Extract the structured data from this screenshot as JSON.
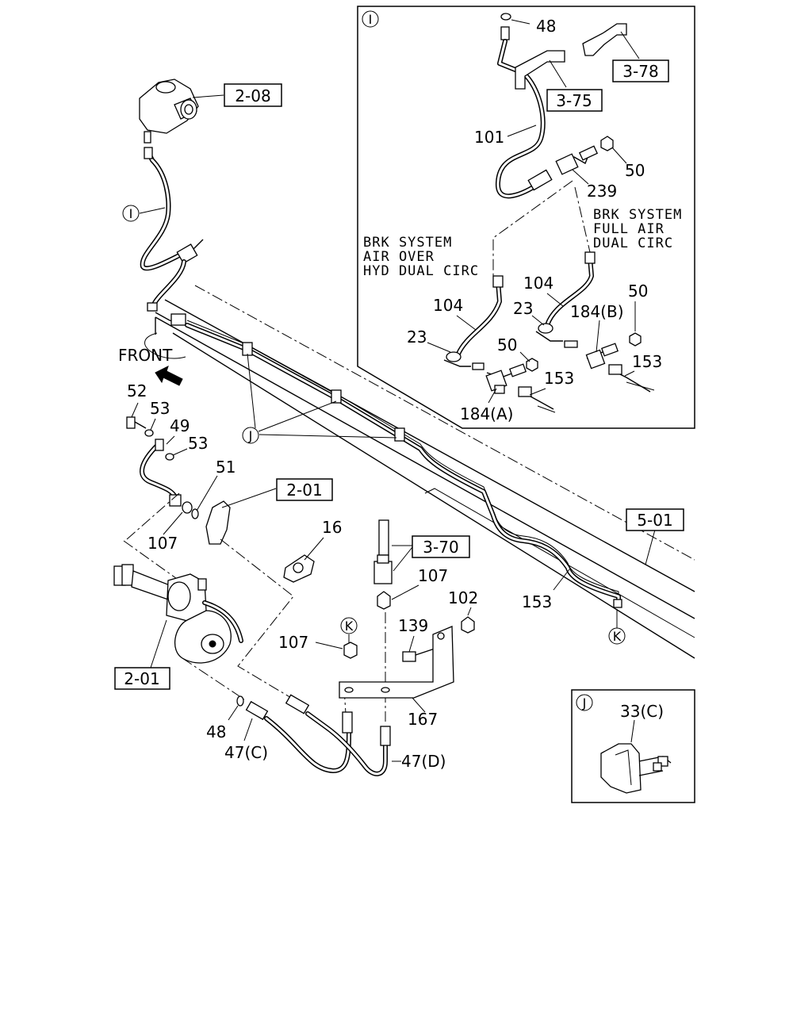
{
  "front_label": "FRONT",
  "refs": {
    "r208": "2-08",
    "r201a": "2-01",
    "r201b": "2-01",
    "r370": "3-70",
    "r375": "3-75",
    "r378": "3-78",
    "r501": "5-01"
  },
  "circles": {
    "I_main": "I",
    "I_inset": "I",
    "J_main": "J",
    "J_inset": "J",
    "K_main": "K",
    "K_end": "K"
  },
  "notes": {
    "full_air": [
      "BRK SYSTEM",
      "FULL AIR",
      "DUAL CIRC"
    ],
    "air_over": [
      "BRK SYSTEM",
      "AIR OVER",
      "HYD DUAL CIRC"
    ]
  },
  "parts": {
    "p48_top": "48",
    "p101": "101",
    "p50_a": "50",
    "p239": "239",
    "p104_left": "104",
    "p104_right": "104",
    "p23_left": "23",
    "p23_right": "23",
    "p50_b": "50",
    "p50_c": "50",
    "p184a": "184(A)",
    "p184b": "184(B)",
    "p153_a": "153",
    "p153_b": "153",
    "p153_main": "153",
    "p52": "52",
    "p53_a": "53",
    "p49": "49",
    "p53_b": "53",
    "p51": "51",
    "p107_a": "107",
    "p16": "16",
    "p107_b": "107",
    "p102": "102",
    "p107_c": "107",
    "p139": "139",
    "p167": "167",
    "p48_bottom": "48",
    "p47c": "47(C)",
    "p47d": "47(D)",
    "p33c": "33(C)"
  }
}
